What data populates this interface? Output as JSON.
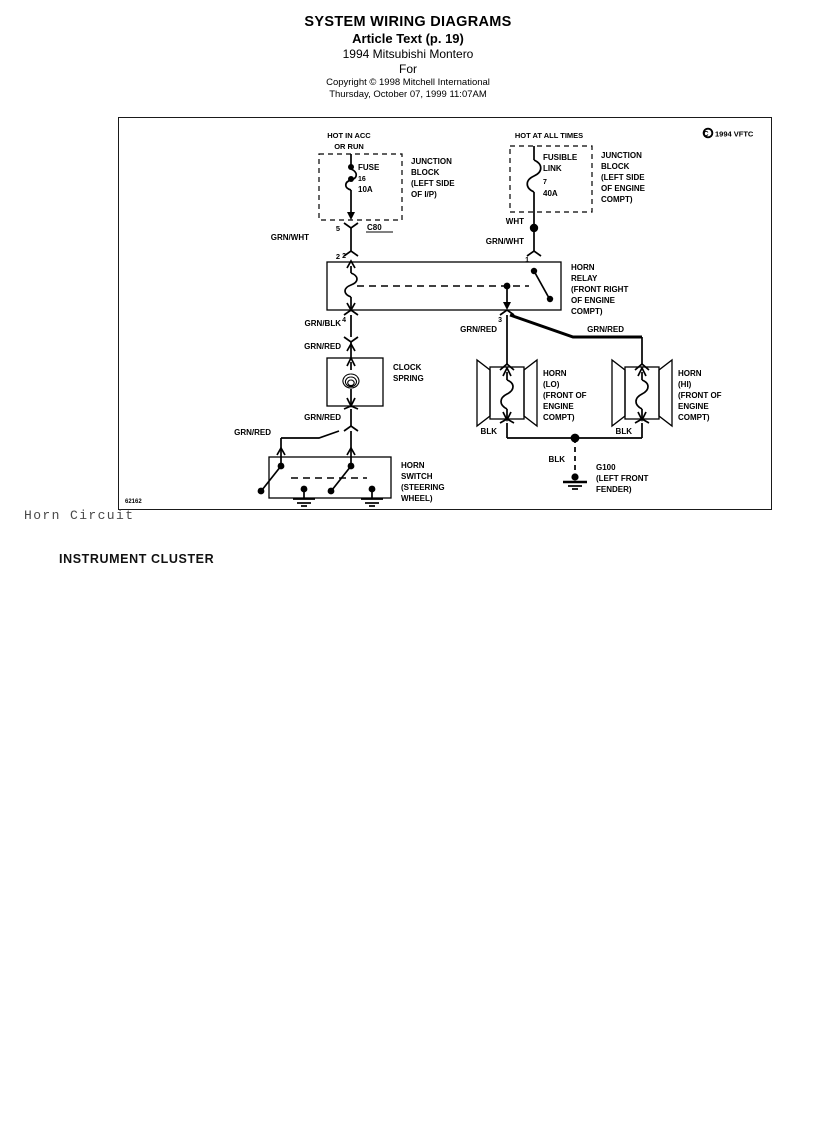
{
  "document": {
    "title": "SYSTEM WIRING DIAGRAMS",
    "subtitle": "Article Text (p. 19)",
    "vehicle": "1994 Mitsubishi Montero",
    "for_label": "For",
    "copyright": "Copyright © 1998 Mitchell International",
    "timestamp": "Thursday, October 07, 1999  11:07AM"
  },
  "diagram": {
    "caption": "Horn Circuit",
    "frame_code": "62162",
    "vendor_mark": "1994 VFTC",
    "vendor_mark_icon": "copyright-icon",
    "left_supply": {
      "header": "HOT IN ACC",
      "header2": "OR RUN",
      "block_label_line1": "JUNCTION",
      "block_label_line2": "BLOCK",
      "block_label_line3": "(LEFT SIDE",
      "block_label_line4": "OF I/P)",
      "fuse_label": "FUSE",
      "fuse_number": "16",
      "fuse_rating": "10A"
    },
    "right_supply": {
      "header": "HOT AT ALL TIMES",
      "block_label_line1": "JUNCTION",
      "block_label_line2": "BLOCK",
      "block_label_line3": "(LEFT SIDE",
      "block_label_line4": "OF ENGINE",
      "block_label_line5": "COMPT)",
      "link_label_line1": "FUSIBLE",
      "link_label_line2": "LINK",
      "link_number": "7",
      "link_rating": "40A",
      "wht_label": "WHT"
    },
    "connector": {
      "name": "C80",
      "pin_top": "5",
      "pin_bottom": "2"
    },
    "relay": {
      "label_line1": "HORN",
      "label_line2": "RELAY",
      "label_line3": "(FRONT RIGHT",
      "label_line4": "OF ENGINE",
      "label_line5": "COMPT)",
      "pin_coil_top": "2",
      "pin_switch_top": "1",
      "pin_coil_bottom": "4",
      "pin_switch_bottom": "3"
    },
    "clock_spring": {
      "label_line1": "CLOCK",
      "label_line2": "SPRING"
    },
    "horn_switch": {
      "label_line1": "HORN",
      "label_line2": "SWITCH",
      "label_line3": "(STEERING",
      "label_line4": "WHEEL)"
    },
    "horn_lo": {
      "label_line1": "HORN",
      "label_line2": "(LO)",
      "label_line3": "(FRONT OF",
      "label_line4": "ENGINE",
      "label_line5": "COMPT)"
    },
    "horn_hi": {
      "label_line1": "HORN",
      "label_line2": "(HI)",
      "label_line3": "(FRONT OF",
      "label_line4": "ENGINE",
      "label_line5": "COMPT)"
    },
    "ground": {
      "name": "G100",
      "location_line1": "(LEFT FRONT",
      "location_line2": "FENDER)"
    },
    "wire_labels": {
      "grn_wht_left": "GRN/WHT",
      "grn_wht_right": "GRN/WHT",
      "grn_blk": "GRN/BLK",
      "grn_red_upper": "GRN/RED",
      "grn_red_cs_out": "GRN/RED",
      "grn_red_switch": "GRN/RED",
      "grn_red_relay": "GRN/RED",
      "grn_red_hi": "GRN/RED",
      "blk_lo": "BLK",
      "blk_hi": "BLK",
      "blk_ground": "BLK"
    }
  },
  "page": {
    "section_heading": "INSTRUMENT CLUSTER"
  }
}
